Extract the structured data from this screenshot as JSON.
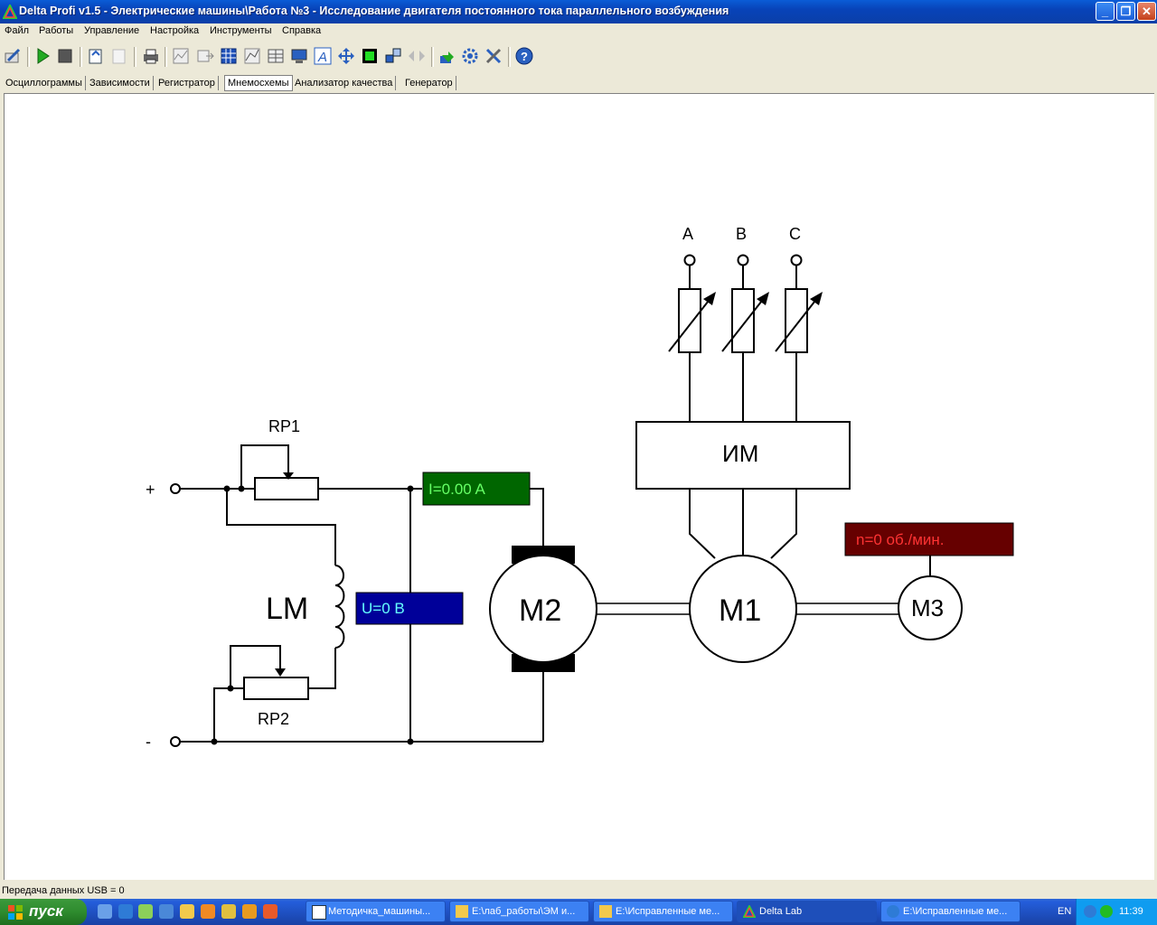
{
  "window": {
    "title": "Delta Profi v1.5 - Электрические машины\\Работа №3 - Исследование двигателя постоянного тока параллельного возбуждения"
  },
  "menu": [
    "Файл",
    "Работы",
    "Управление",
    "Настройка",
    "Инструменты",
    "Справка"
  ],
  "tabs": [
    "Осциллограммы",
    "Зависимости",
    "Регистратор",
    "Мнемосхемы",
    "Анализатор качества",
    "Генератор"
  ],
  "active_tab": "Мнемосхемы",
  "diagram": {
    "plus": "+",
    "minus": "-",
    "rp1": "RP1",
    "rp2": "RP2",
    "lm": "LM",
    "m1": "M1",
    "m2": "M2",
    "m3": "M3",
    "im": "ИМ",
    "phase_a": "A",
    "phase_b": "B",
    "phase_c": "C",
    "current_readout": "I=0.00 A",
    "voltage_readout": "U=0 B",
    "speed_readout": "n=0 об./мин.",
    "current_bg": "#006600",
    "current_fg": "#66ff66",
    "voltage_bg": "#000099",
    "voltage_fg": "#66ffff",
    "speed_bg": "#660000",
    "speed_fg": "#ff3333"
  },
  "status": "Передача данных USB = 0",
  "taskbar": {
    "start": "пуск",
    "items": [
      "Методичка_машины...",
      "E:\\лаб_работы\\ЭМ и...",
      "E:\\Исправленные ме...",
      "Delta Lab",
      "E:\\Исправленные ме..."
    ],
    "lang": "EN",
    "clock": "11:39"
  }
}
